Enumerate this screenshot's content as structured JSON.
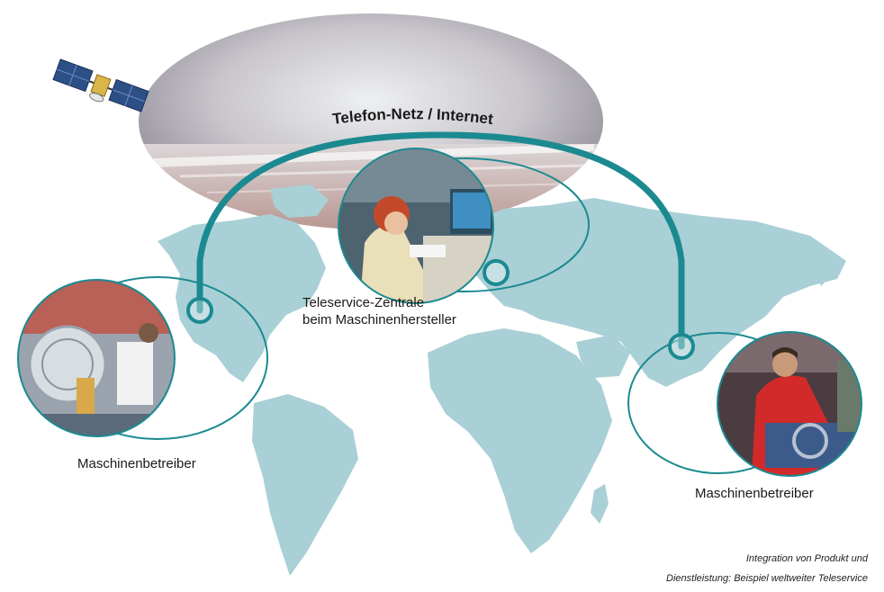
{
  "diagram": {
    "network_label": "Telefon-Netz / Internet",
    "center_node": {
      "label_line1": "Teleservice-Zentrale",
      "label_line2": "beim Maschinenhersteller"
    },
    "left_node": {
      "label": "Maschinenbetreiber"
    },
    "right_node": {
      "label": "Maschinenbetreiber"
    }
  },
  "caption": {
    "line1": "Integration von Produkt und",
    "line2": "Dienstleistung: Beispiel weltweiter Teleservice"
  },
  "colors": {
    "network_arc": "#1b8a90",
    "map_land": "#a9d0d6",
    "node_ring": "#1b8a90",
    "text": "#1a1a1a"
  },
  "icons": {
    "satellite": "satellite-icon"
  }
}
